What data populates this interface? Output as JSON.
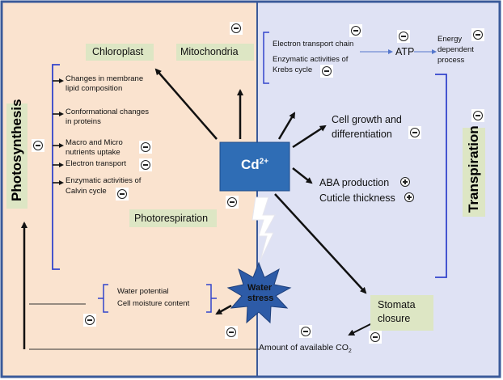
{
  "left_panel": {
    "photosynthesis": "Photosynthesis",
    "chloroplast": "Chloroplast",
    "mitochondria": "Mitochondria",
    "effects": [
      {
        "line1": "Changes in membrane",
        "line2": "lipid composition"
      },
      {
        "line1": "Conformational changes",
        "line2": "in proteins"
      },
      {
        "line1": "Macro and Micro",
        "line2": "nutrients uptake"
      },
      {
        "line1": "Electron transport",
        "line2": ""
      },
      {
        "line1": "Enzymatic activities  of",
        "line2": "Calvin cycle"
      }
    ],
    "photorespiration": "Photorespiration",
    "water_line1": "Water potential",
    "water_line2": "Cell moisture content"
  },
  "center": {
    "cd": "Cd",
    "cd_charge": "2+",
    "water_stress_line1": "Water",
    "water_stress_line2": "stress"
  },
  "right_panel": {
    "etc": "Electron transport chain",
    "krebs_line1": "Enzymatic activities  of",
    "krebs_line2": "Krebs cycle",
    "atp": "ATP",
    "energy_line1": "Energy",
    "energy_line2": "dependent",
    "energy_line3": "process",
    "growth_line1": "Cell growth and",
    "growth_line2": "differentiation",
    "aba": "ABA production",
    "cuticle": "Cuticle thickness",
    "transpiration": "Transpiration",
    "stomata_line1": "Stomata",
    "stomata_line2": "closure",
    "co2_text": "Amount of available CO",
    "co2_sub": "2"
  },
  "colors": {
    "left_bg": "#fae3cf",
    "right_bg": "#dfe2f4",
    "label_bg": "#dde6c4",
    "cd_box": "#2f6db5",
    "star": "#2d5ba7",
    "bracket": "#3344cc"
  }
}
